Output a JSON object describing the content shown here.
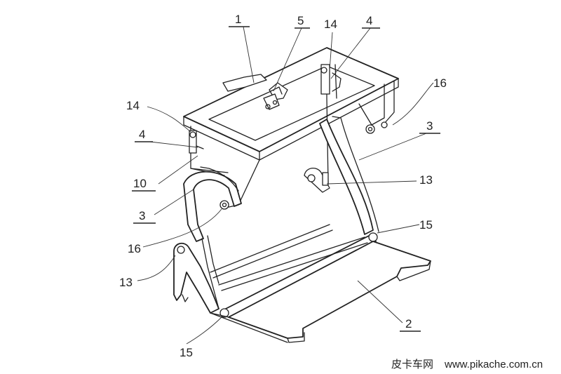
{
  "diagram": {
    "callouts": [
      {
        "id": "c1",
        "text": "1"
      },
      {
        "id": "c5",
        "text": "5"
      },
      {
        "id": "c14a",
        "text": "14"
      },
      {
        "id": "c4a",
        "text": "4"
      },
      {
        "id": "c16a",
        "text": "16"
      },
      {
        "id": "c14b",
        "text": "14"
      },
      {
        "id": "c4b",
        "text": "4"
      },
      {
        "id": "c3a",
        "text": "3"
      },
      {
        "id": "c10",
        "text": "10"
      },
      {
        "id": "c13a",
        "text": "13"
      },
      {
        "id": "c3b",
        "text": "3"
      },
      {
        "id": "c15a",
        "text": "15"
      },
      {
        "id": "c16b",
        "text": "16"
      },
      {
        "id": "c13b",
        "text": "13"
      },
      {
        "id": "c2",
        "text": "2"
      },
      {
        "id": "c15b",
        "text": "15"
      }
    ]
  },
  "watermark": {
    "site_name": "皮卡车网",
    "url": "www.pikache.com.cn"
  }
}
